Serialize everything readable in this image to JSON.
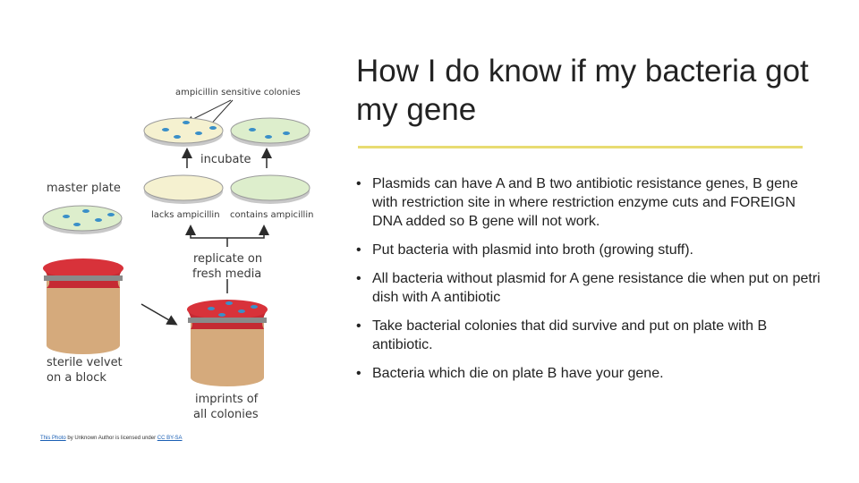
{
  "slide": {
    "title": "How I do know if my bacteria got my gene",
    "bullets": [
      "Plasmids can have A and B two antibiotic resistance genes, B gene with restriction site in where restriction enzyme cuts and FOREIGN DNA added so B gene will not work.",
      "Put bacteria with plasmid into broth (growing stuff).",
      "All bacteria without plasmid for A gene resistance die when put on petri dish with A antibiotic",
      "Take bacterial colonies that did survive and put on plate with B antibiotic.",
      "Bacteria which die on plate B have your gene."
    ],
    "bullet_glyph": "•"
  },
  "diagram": {
    "labels": {
      "sensitive_colonies": "ampicillin sensitive colonies",
      "incubate": "incubate",
      "master_plate": "master plate",
      "lacks_ampicillin": "lacks ampicillin",
      "contains_ampicillin": "contains ampicillin",
      "replicate_line1": "replicate on",
      "replicate_line2": "fresh media",
      "velvet_line1": "sterile velvet",
      "velvet_line2": "on a block",
      "imprints_line1": "imprints of",
      "imprints_line2": "all colonies"
    },
    "colors": {
      "plate_yellow": "#f5f1d0",
      "plate_green": "#ddeecc",
      "colony_blue": "#3a8fc8",
      "velvet_red": "#d8323a",
      "block_tan": "#d5aa7c",
      "rim_gray": "#8a8a8a"
    }
  },
  "credit": {
    "link1": "This Photo",
    "middle": " by Unknown Author is licensed under ",
    "link2": "CC BY-SA"
  }
}
